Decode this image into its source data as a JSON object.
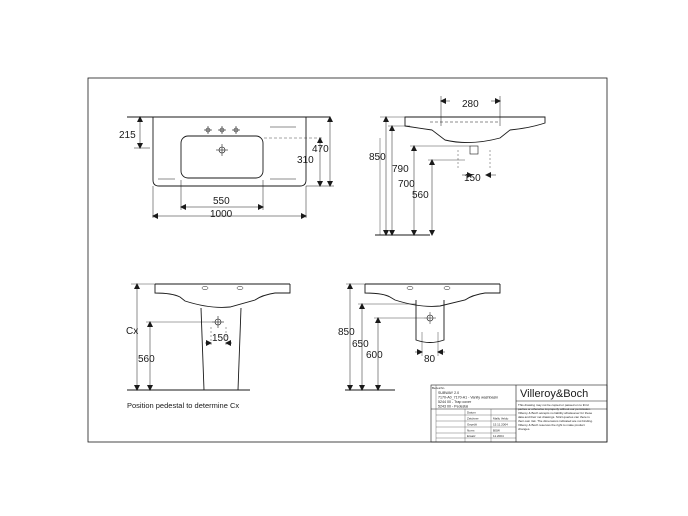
{
  "drawing": {
    "top_view": {
      "dims": {
        "d215": "215",
        "d470": "470",
        "d310": "310",
        "d550": "550",
        "d1000": "1000"
      }
    },
    "side_view": {
      "dims": {
        "d280": "280",
        "d150": "150",
        "d850": "850",
        "d790": "790",
        "d700": "700",
        "d560": "560"
      }
    },
    "front_view": {
      "dims": {
        "cx": "Cx",
        "d560": "560",
        "d150": "150"
      },
      "note": "Position pedestal to determine Cx"
    },
    "section_view": {
      "dims": {
        "d850": "850",
        "d650": "650",
        "d600": "600",
        "d80": "80"
      }
    }
  },
  "title_block": {
    "label": "Bezeichn.",
    "product": "SUBWAY 2.0",
    "line1": "7170-A0_7170-A1 - Vanity washbasin",
    "line2": "5244 00 - Trap cover",
    "line3": "5243 00 - Pedestal",
    "brand": "Villeroy&Boch",
    "disclaimer": [
      "This drawing may not be copied or passed on to third",
      "parties or otherwise improperly without our permission.",
      "Villeroy & Boch accepts no liability whatsoever for these",
      "data and their net drawings. Strict queries can there is",
      "their own risk. The dimensions indicated are not binding.",
      "Villeroy & Boch reserves the right to make product",
      "changes."
    ],
    "rows": [
      {
        "label": "Datum",
        "value": ""
      },
      {
        "label": "Zeichner",
        "value": "Mally Veldo"
      },
      {
        "label": "Geprüft",
        "value": "15.11.2004"
      },
      {
        "label": "Norm",
        "value": "BSW"
      },
      {
        "label": "Ersatz",
        "value": "11.2004"
      }
    ]
  }
}
